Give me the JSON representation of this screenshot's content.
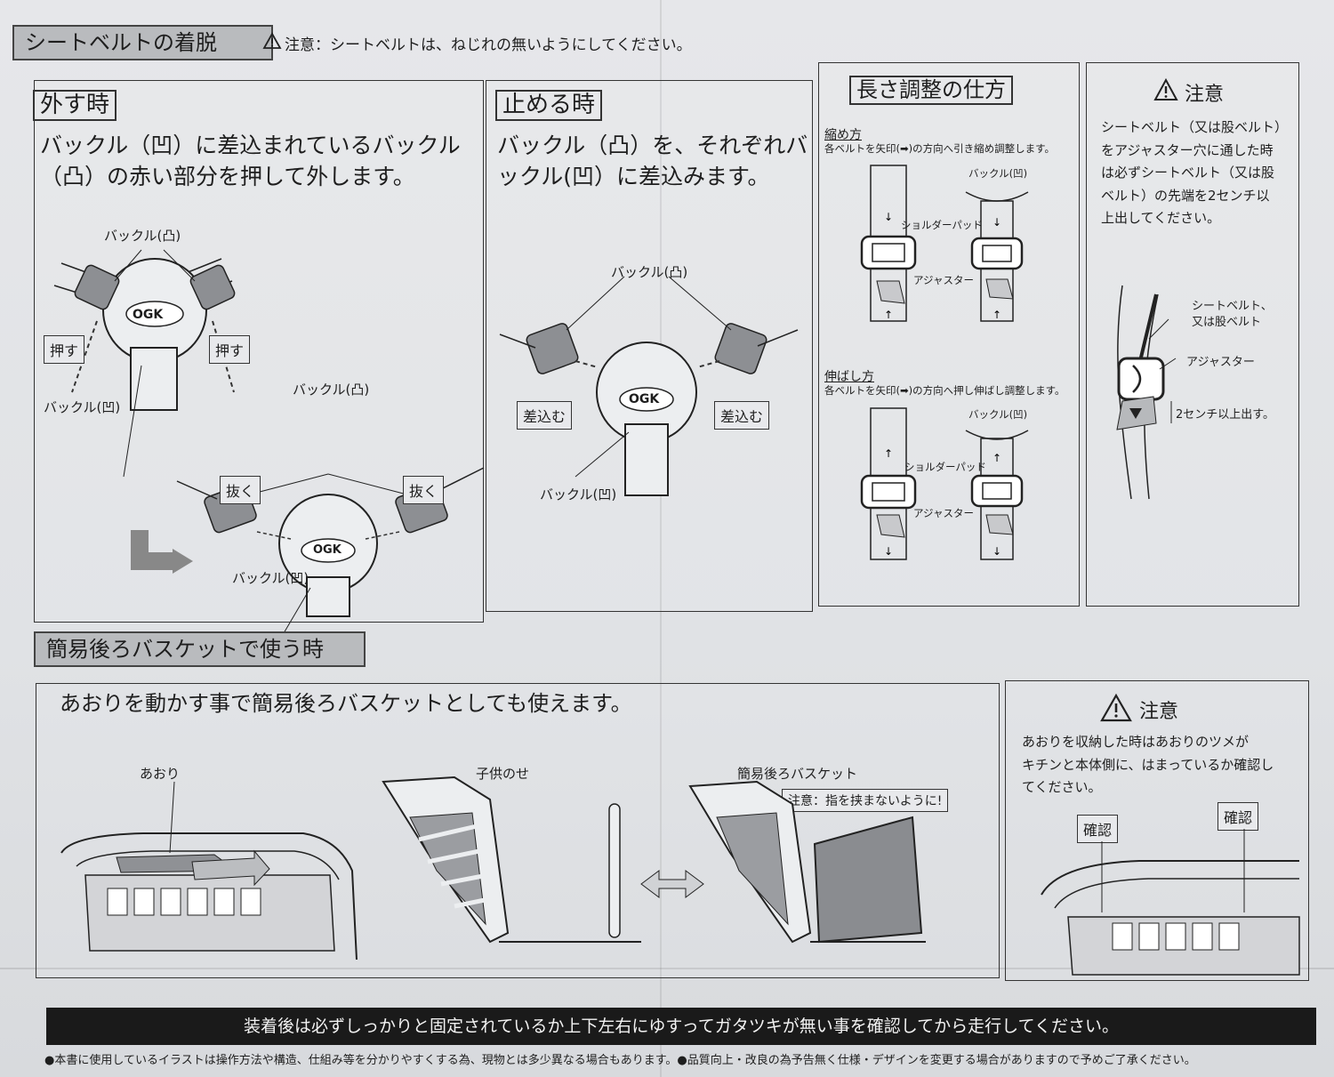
{
  "seatbelt": {
    "title": "シートベルトの着脱",
    "warning": "注意：シートベルトは、ねじれの無いようにしてください。"
  },
  "remove": {
    "tag": "外す時",
    "text1": "バックル（凹）に差込まれているバックル",
    "text2": "（凸）の赤い部分を押して外します。",
    "buckle_male": "バックル(凸)",
    "buckle_female": "バックル(凹)",
    "push": "押す",
    "pull": "抜く",
    "logo": "OGK"
  },
  "fasten": {
    "tag": "止める時",
    "text1": "バックル（凸）を、それぞれバ",
    "text2": "ックル(凹）に差込みます。",
    "buckle_male": "バックル(凸)",
    "buckle_female": "バックル(凹)",
    "insert": "差込む",
    "logo": "OGK"
  },
  "length": {
    "title": "長さ調整の仕方",
    "tighten_title": "縮め方",
    "tighten_desc": "各ベルトを矢印(➡)の方向へ引き縮め調整します。",
    "extend_title": "伸ばし方",
    "extend_desc": "各ベルトを矢印(➡)の方向へ押し伸ばし調整します。",
    "buckle_female": "バックル(凹)",
    "shoulder_pad": "ショルダーパッド",
    "adjuster": "アジャスター"
  },
  "caution1": {
    "title": "注意",
    "lines": [
      "シートベルト（又は股ベルト）",
      "をアジャスター穴に通した時",
      "は必ずシートベルト（又は股",
      "ベルト）の先端を2センチ以",
      "上出してください。"
    ],
    "belt_label1": "シートベルト、",
    "belt_label2": "又は股ベルト",
    "adjuster": "アジャスター",
    "two_cm": "2センチ以上出す。"
  },
  "basket": {
    "title": "簡易後ろバスケットで使う時",
    "lead": "あおりを動かす事で簡易後ろバスケットとしても使えます。",
    "aori": "あおり",
    "child": "子供のせ",
    "basket_label": "簡易後ろバスケット",
    "finger_warning": "注意：指を挟まないように!"
  },
  "caution2": {
    "title": "注意",
    "lines": [
      "あおりを収納した時はあおりのツメが",
      "キチンと本体側に、はまっているか確認し",
      "てください。"
    ],
    "check": "確認"
  },
  "footer": {
    "bar": "装着後は必ずしっかりと固定されているか上下左右にゆすってガタツキが無い事を確認してから走行してください。",
    "note": "●本書に使用しているイラストは操作方法や構造、仕組み等を分かりやすくする為、現物とは多少異なる場合もあります。●品質向上・改良の為予告無く仕様・デザインを変更する場合がありますので予めご了承ください。"
  },
  "colors": {
    "text": "#1e1e1e",
    "header_bg": "#b9bbbe",
    "footer_bg": "#1a1a1a",
    "paper": "#e4e5e8"
  }
}
